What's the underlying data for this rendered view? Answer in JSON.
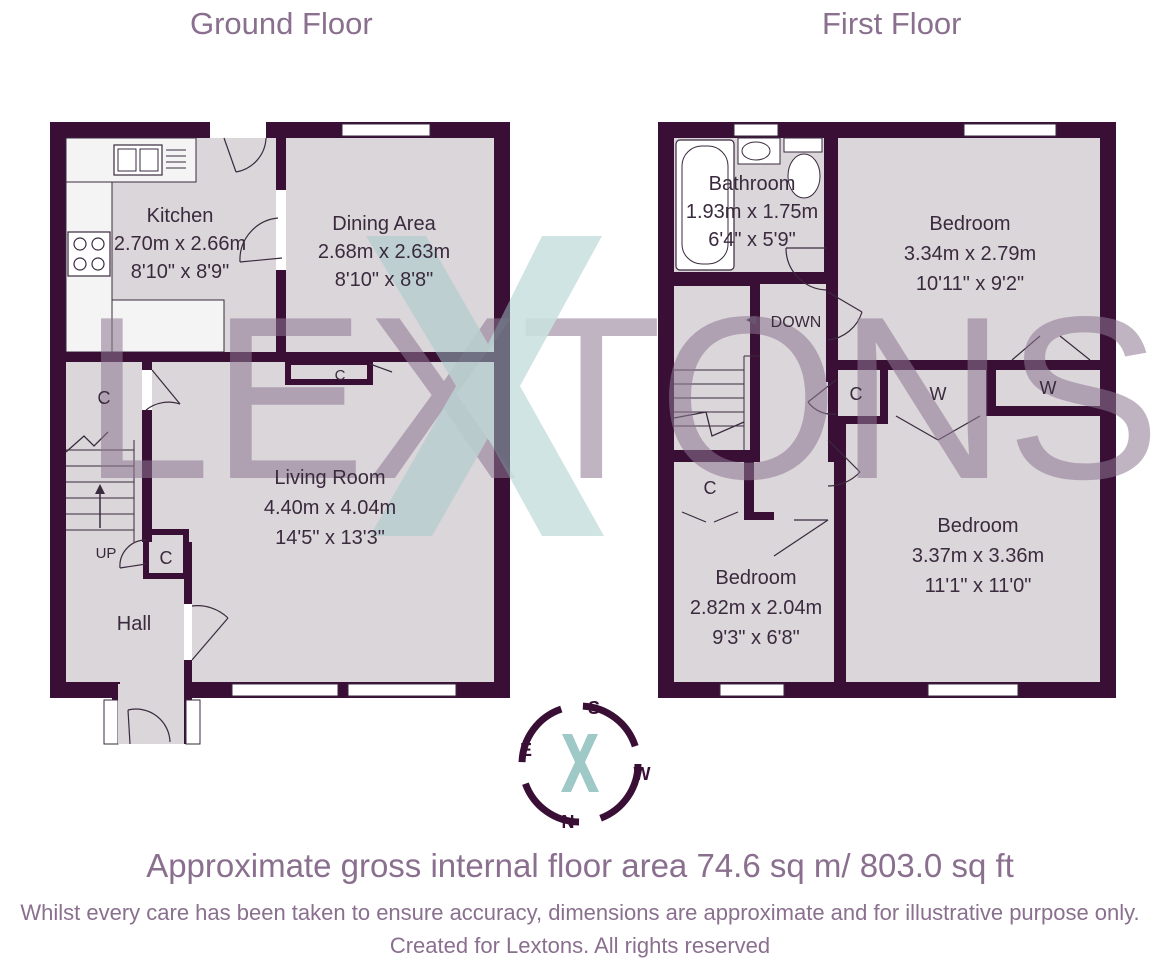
{
  "watermark": "LEXTONS",
  "floors": [
    {
      "title": "Ground Floor",
      "rooms": [
        {
          "id": "kitchen",
          "name": "Kitchen",
          "metric": "2.70m x 2.66m",
          "imperial": "8'10\" x 8'9\""
        },
        {
          "id": "dining",
          "name": "Dining Area",
          "metric": "2.68m x 2.63m",
          "imperial": "8'10\" x 8'8\""
        },
        {
          "id": "living",
          "name": "Living Room",
          "metric": "4.40m x 4.04m",
          "imperial": "14'5\" x 13'3\""
        },
        {
          "id": "hall",
          "name": "Hall"
        }
      ],
      "labels": {
        "cupboard": "C",
        "stairs": "UP"
      }
    },
    {
      "title": "First Floor",
      "rooms": [
        {
          "id": "bathroom",
          "name": "Bathroom",
          "metric": "1.93m x 1.75m",
          "imperial": "6'4\" x 5'9\""
        },
        {
          "id": "bedroom1",
          "name": "Bedroom",
          "metric": "3.34m x 2.79m",
          "imperial": "10'11\" x 9'2\""
        },
        {
          "id": "bedroom2",
          "name": "Bedroom",
          "metric": "3.37m x 3.36m",
          "imperial": "11'1\" x 11'0\""
        },
        {
          "id": "bedroom3",
          "name": "Bedroom",
          "metric": "2.82m x 2.04m",
          "imperial": "9'3\" x 6'8\""
        }
      ],
      "labels": {
        "cupboard": "C",
        "wardrobe": "W",
        "stairs": "DOWN"
      }
    }
  ],
  "compass": {
    "s": "S",
    "w": "W",
    "n": "N",
    "e": "E",
    "center": "X"
  },
  "footer": {
    "area": "Approximate gross internal floor area 74.6 sq m/ 803.0 sq ft",
    "disclaimer": "Whilst every care has been taken to ensure accuracy, dimensions are approximate and for illustrative purpose only.",
    "credit": "Created for Lextons. All rights reserved"
  },
  "colors": {
    "wall": "#3a0f35",
    "floor": "#dbd6da",
    "watermark": "#8e7793",
    "x_accent": "#9ec9c7",
    "text": "#8a6f8f"
  }
}
